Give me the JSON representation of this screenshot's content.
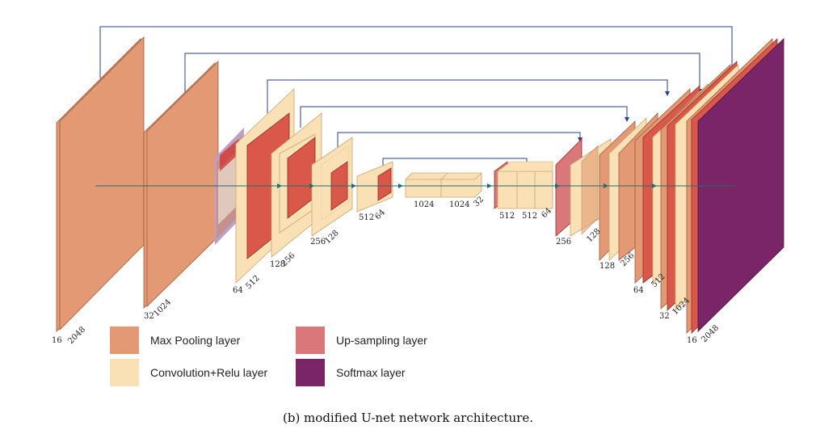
{
  "colors": {
    "max_pooling": "#E39A74",
    "convolution_relu": "#FAE1B5",
    "up_sampling": "#D9777A",
    "softmax": "#7A2568",
    "red_block": "#D9584A",
    "connection": "#2B3F8C",
    "flow_arrow": "#1C6E72"
  },
  "labels": {
    "enc_16": "16",
    "enc_2048": "2048",
    "enc_32": "32",
    "enc_1024": "1024",
    "enc_64": "64",
    "enc_512": "512",
    "enc_128": "128",
    "enc_256": "256",
    "enc_256b": "256",
    "enc_128b": "128",
    "enc_512b": "512",
    "enc_64b": "64",
    "mid_1024a": "1024",
    "mid_1024b": "1024",
    "mid_32": "32",
    "dec_512a": "512",
    "dec_512b": "512",
    "dec_64": "64",
    "dec_256": "256",
    "dec_128": "128",
    "dec_128b": "128",
    "dec_256b": "256",
    "dec_64b": "64",
    "dec_512c": "512",
    "dec_32": "32",
    "dec_1024": "1024",
    "dec_16": "16",
    "dec_2048": "2048"
  },
  "legend": {
    "max_pooling": "Max Pooling layer",
    "convolution_relu": "Convolution+Relu layer",
    "up_sampling": "Up-sampling layer",
    "softmax": "Softmax layer"
  },
  "caption": "(b) modified U-net network architecture."
}
